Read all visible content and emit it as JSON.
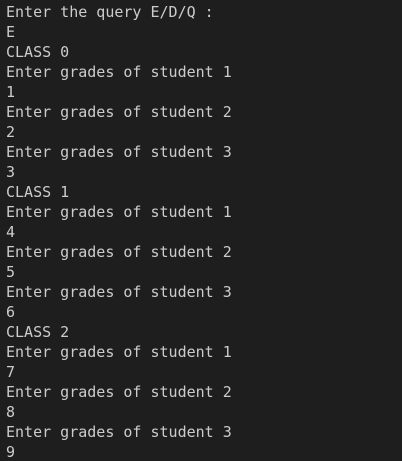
{
  "terminal": {
    "lines": [
      "Enter the query E/D/Q :",
      "E",
      "CLASS 0",
      "Enter grades of student 1",
      "1",
      "Enter grades of student 2",
      "2",
      "Enter grades of student 3",
      "3",
      "CLASS 1",
      "Enter grades of student 1",
      "4",
      "Enter grades of student 2",
      "5",
      "Enter grades of student 3",
      "6",
      "CLASS 2",
      "Enter grades of student 1",
      "7",
      "Enter grades of student 2",
      "8",
      "Enter grades of student 3",
      "9"
    ]
  },
  "colors": {
    "background": "#1e1e1e",
    "text": "#cccccc"
  }
}
